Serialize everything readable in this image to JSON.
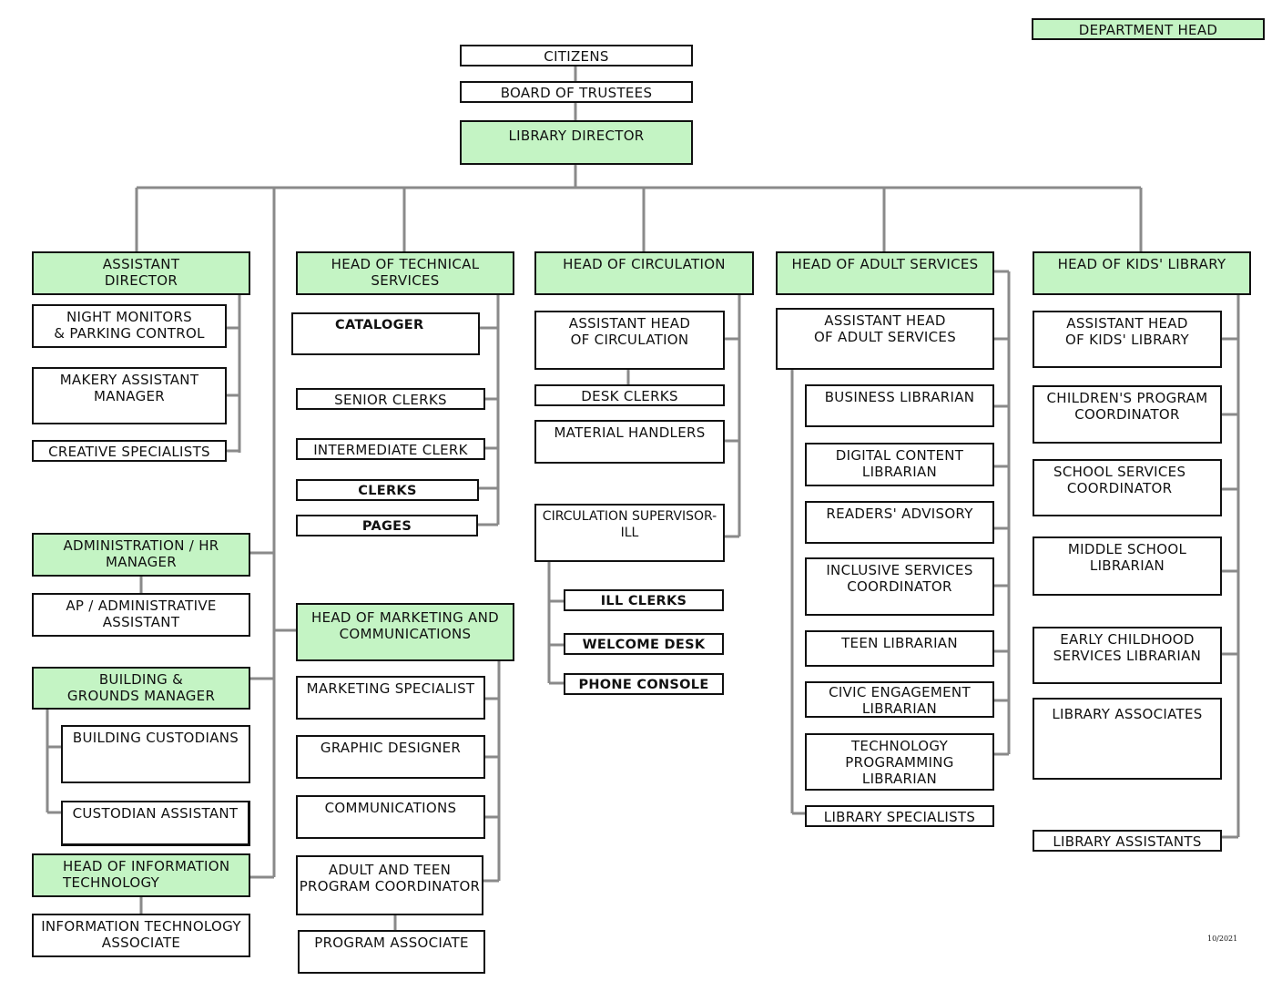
{
  "legend": {
    "department_head_label": "DEPARTMENT HEAD",
    "department_head_color": "#c4f4c4"
  },
  "top": {
    "citizens": "CITIZENS",
    "board": "BOARD OF TRUSTEES",
    "director": "LIBRARY DIRECTOR"
  },
  "assistant_director": {
    "head": "ASSISTANT\nDIRECTOR",
    "items": [
      "NIGHT MONITORS\n& PARKING CONTROL",
      "MAKERY ASSISTANT\nMANAGER",
      "CREATIVE SPECIALISTS"
    ]
  },
  "administration": {
    "head": "ADMINISTRATION / HR\nMANAGER",
    "items": [
      "AP / ADMINISTRATIVE\nASSISTANT"
    ]
  },
  "building": {
    "head": "BUILDING &\nGROUNDS MANAGER",
    "items": [
      "BUILDING CUSTODIANS",
      "CUSTODIAN ASSISTANT"
    ]
  },
  "it": {
    "head": "HEAD OF INFORMATION\nTECHNOLOGY",
    "items": [
      "INFORMATION TECHNOLOGY\nASSOCIATE"
    ]
  },
  "technical": {
    "head": "HEAD OF TECHNICAL SERVICES",
    "items": [
      "CATALOGER",
      "SENIOR CLERKS",
      "INTERMEDIATE CLERK",
      "CLERKS",
      "PAGES"
    ]
  },
  "marketing": {
    "head": "HEAD OF MARKETING AND\nCOMMUNICATIONS",
    "items": [
      "MARKETING SPECIALIST",
      "GRAPHIC DESIGNER",
      "COMMUNICATIONS",
      "ADULT AND TEEN\nPROGRAM COORDINATOR",
      "PROGRAM ASSOCIATE"
    ]
  },
  "circulation": {
    "head": "HEAD OF CIRCULATION",
    "items": [
      "ASSISTANT HEAD\nOF CIRCULATION",
      "DESK CLERKS",
      "MATERIAL HANDLERS",
      "CIRCULATION SUPERVISOR-\nILL"
    ],
    "ill_items": [
      "ILL CLERKS",
      "WELCOME DESK",
      "PHONE CONSOLE"
    ]
  },
  "adult": {
    "head": "HEAD OF ADULT SERVICES",
    "assistant": "ASSISTANT HEAD\nOF ADULT SERVICES",
    "items": [
      "BUSINESS LIBRARIAN",
      "DIGITAL CONTENT\nLIBRARIAN",
      "READERS' ADVISORY",
      "INCLUSIVE SERVICES\nCOORDINATOR",
      "TEEN LIBRARIAN",
      "CIVIC ENGAGEMENT\nLIBRARIAN",
      "TECHNOLOGY\nPROGRAMMING LIBRARIAN",
      "LIBRARY SPECIALISTS"
    ]
  },
  "kids": {
    "head": "HEAD OF KIDS' LIBRARY",
    "items": [
      "ASSISTANT HEAD\nOF KIDS' LIBRARY",
      "CHILDREN'S PROGRAM\nCOORDINATOR",
      "SCHOOL SERVICES\nCOORDINATOR",
      "MIDDLE SCHOOL\nLIBRARIAN",
      "EARLY CHILDHOOD\nSERVICES LIBRARIAN",
      "LIBRARY ASSOCIATES",
      "LIBRARY ASSISTANTS"
    ]
  },
  "footer": {
    "date": "10/2021"
  }
}
